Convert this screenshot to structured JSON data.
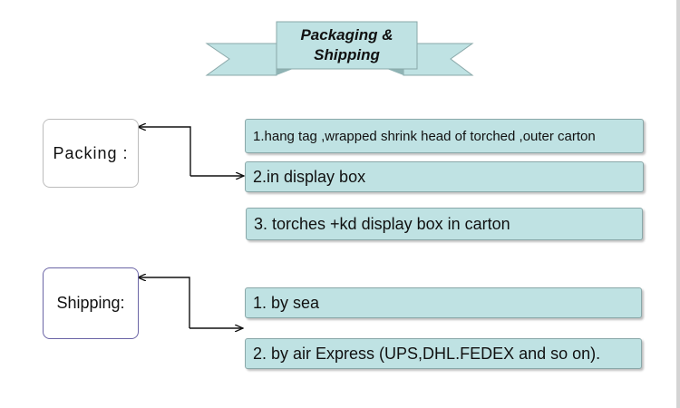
{
  "banner": {
    "title_line1": "Packaging &",
    "title_line2": "Shipping",
    "ribbon_color": "#bfe2e3"
  },
  "packing": {
    "label": "Packing :",
    "items": [
      "1.hang tag ,wrapped shrink head of torched ,outer carton",
      "2.in display box",
      "3. torches +kd display box in carton"
    ]
  },
  "shipping": {
    "label": "Shipping:",
    "items": [
      "1. by sea",
      "2. by air Express (UPS,DHL.FEDEX and so on)."
    ]
  },
  "colors": {
    "bar_fill": "#bfe2e3",
    "bar_border": "#8aa8a9",
    "packing_border": "#bcbcbc",
    "shipping_border": "#6b65a6"
  }
}
